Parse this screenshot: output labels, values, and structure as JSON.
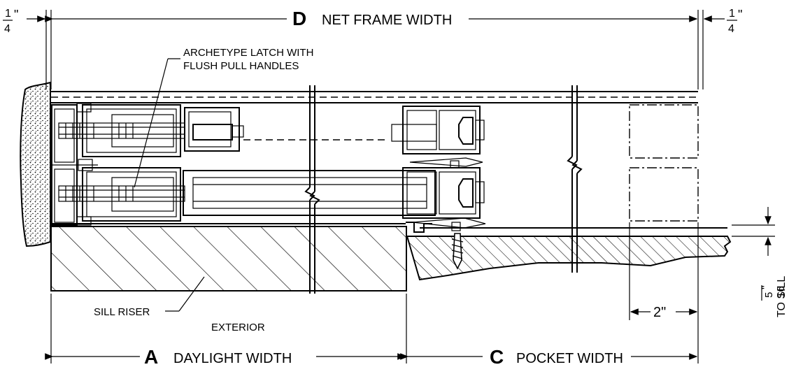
{
  "dimensions": {
    "top": {
      "letter": "D",
      "text": "NET FRAME WIDTH"
    },
    "bottom_left": {
      "letter": "A",
      "text": "DAYLIGHT WIDTH"
    },
    "bottom_right": {
      "letter": "C",
      "text": "POCKET WIDTH"
    },
    "left_gap": {
      "num": "1",
      "den": "4",
      "inch": "\""
    },
    "right_gap": {
      "num": "1",
      "den": "4",
      "inch": "\""
    },
    "two_inch": "2\"",
    "sill_offset": {
      "num": "5",
      "den": "16",
      "inch": "\"",
      "label": "TO SILL"
    }
  },
  "callouts": {
    "latch_line1": "ARCHETYPE LATCH WITH",
    "latch_line2": "FLUSH PULL HANDLES",
    "sill_riser": "SILL RISER",
    "exterior": "EXTERIOR"
  }
}
